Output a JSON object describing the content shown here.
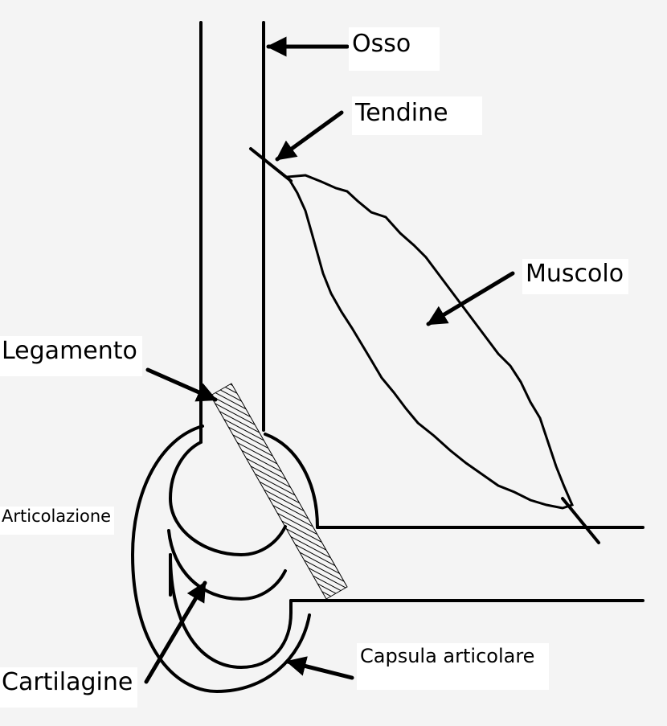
{
  "diagram": {
    "labels": {
      "osso": "Osso",
      "tendine": "Tendine",
      "muscolo": "Muscolo",
      "legamento": "Legamento",
      "articolazione": "Articolazione",
      "cartilagine": "Cartilagine",
      "capsula": "Capsula articolare"
    },
    "colors": {
      "ink": "#000000",
      "paper": "#f4f4f4",
      "label_background": "#ffffff"
    }
  }
}
